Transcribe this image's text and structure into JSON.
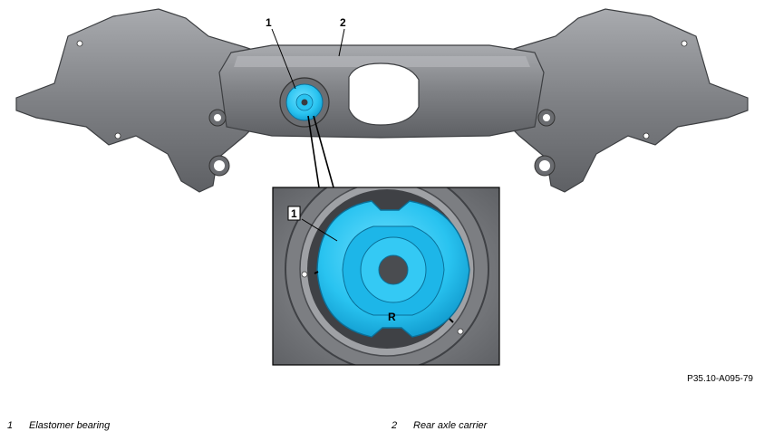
{
  "callouts": {
    "c1_top": "1",
    "c2_top": "2",
    "c1_detail": "1",
    "detail_marker": "R"
  },
  "figure_id": "P35.10-A095-79",
  "legend": [
    {
      "number": "1",
      "text": "Elastomer bearing"
    },
    {
      "number": "2",
      "text": "Rear axle carrier"
    }
  ],
  "colors": {
    "carrier": "#8a8c90",
    "carrier_dark": "#55575b",
    "highlight": "#29c3f0",
    "highlight_dark": "#0a8fc4"
  }
}
